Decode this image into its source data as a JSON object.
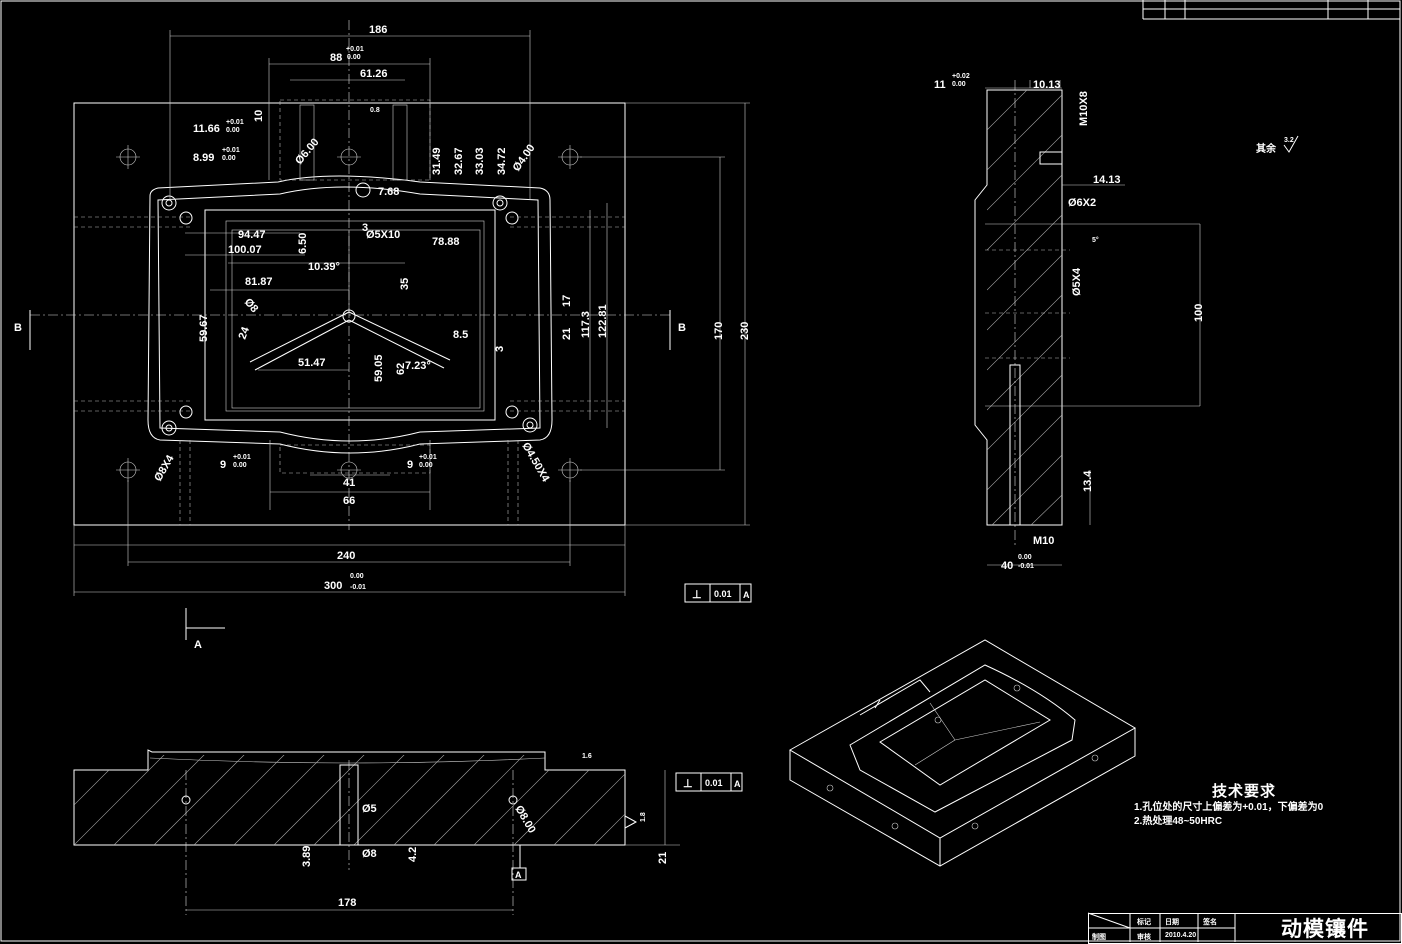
{
  "drawing": {
    "title": "动模镶件",
    "notes_title": "技术要求",
    "notes": [
      "1.孔位处的尺寸上偏差为+0.01，下偏差为0",
      "2.热处理48~50HRC"
    ],
    "title_block_cells": [
      "标记",
      "日期",
      "签名",
      "制图",
      "审核",
      "2010.4.20"
    ],
    "roughness_note": "其余",
    "roughness_value": "3.2",
    "section_labels": [
      "B",
      "B",
      "A",
      "A"
    ],
    "datum_frames": [
      {
        "symbol": "⊥",
        "tolerance": "0.01",
        "datum": "A"
      },
      {
        "symbol": "⊥",
        "tolerance": "0.01",
        "datum": "A"
      }
    ]
  },
  "plan_view": {
    "dims": {
      "d186": "186",
      "d88": "88",
      "d61_26": "61.26",
      "d10": "10",
      "d0_8": "0.8",
      "d11_66": "11.66",
      "d8_99": "8.99",
      "phi6": "Ø6.00",
      "phi4": "Ø4.00",
      "d31_49": "31.49",
      "d32_67": "32.67",
      "d33_03": "33.03",
      "d34_72": "34.72",
      "d7_68": "7.68",
      "d94_47": "94.47",
      "d100_07": "100.07",
      "d6_50": "6.50",
      "phi5x10": "Ø5X10",
      "d3": "3",
      "d78_88": "78.88",
      "d10_39": "10.39°",
      "d81_87": "81.87",
      "d35": "35",
      "d8_5": "8.5",
      "d17": "17",
      "d21": "21",
      "d117_3": "117.3",
      "d122_81": "122.81",
      "d170": "170",
      "d230": "230",
      "d59_67": "59.67",
      "d24": "24",
      "d51_47": "51.47",
      "d59_05": "59.05",
      "d62": "62",
      "d7_23": "7.23°",
      "d3b": "3",
      "d9a": "9",
      "d9b": "9",
      "d41": "41",
      "d66": "66",
      "phi8x4": "Ø8X4",
      "phi4_5x4": "Ø4.50X4",
      "d240": "240",
      "d300": "300",
      "phi0_8": "Ø8"
    },
    "tol": {
      "plus001": "+0.01",
      "plus002": "+0.02",
      "zero": "0.00",
      "minus001": "-0.01"
    }
  },
  "side_view": {
    "dims": {
      "d11": "11",
      "d10_13": "10.13",
      "m10x8": "M10X8",
      "d14_13": "14.13",
      "phi6x2": "Ø6X2",
      "phi5x4": "Ø5X4",
      "d100": "100",
      "d13_4": "13.4",
      "m10": "M10",
      "d40": "40",
      "d5": "5°"
    }
  },
  "front_section": {
    "dims": {
      "phi5": "Ø5",
      "phi8": "Ø8",
      "phi8b": "Ø8.00",
      "d3_89": "3.89",
      "d4_2": "4.2",
      "d178": "178",
      "d21": "21",
      "d1_8": "1.8",
      "d1_6": "1.6"
    }
  }
}
